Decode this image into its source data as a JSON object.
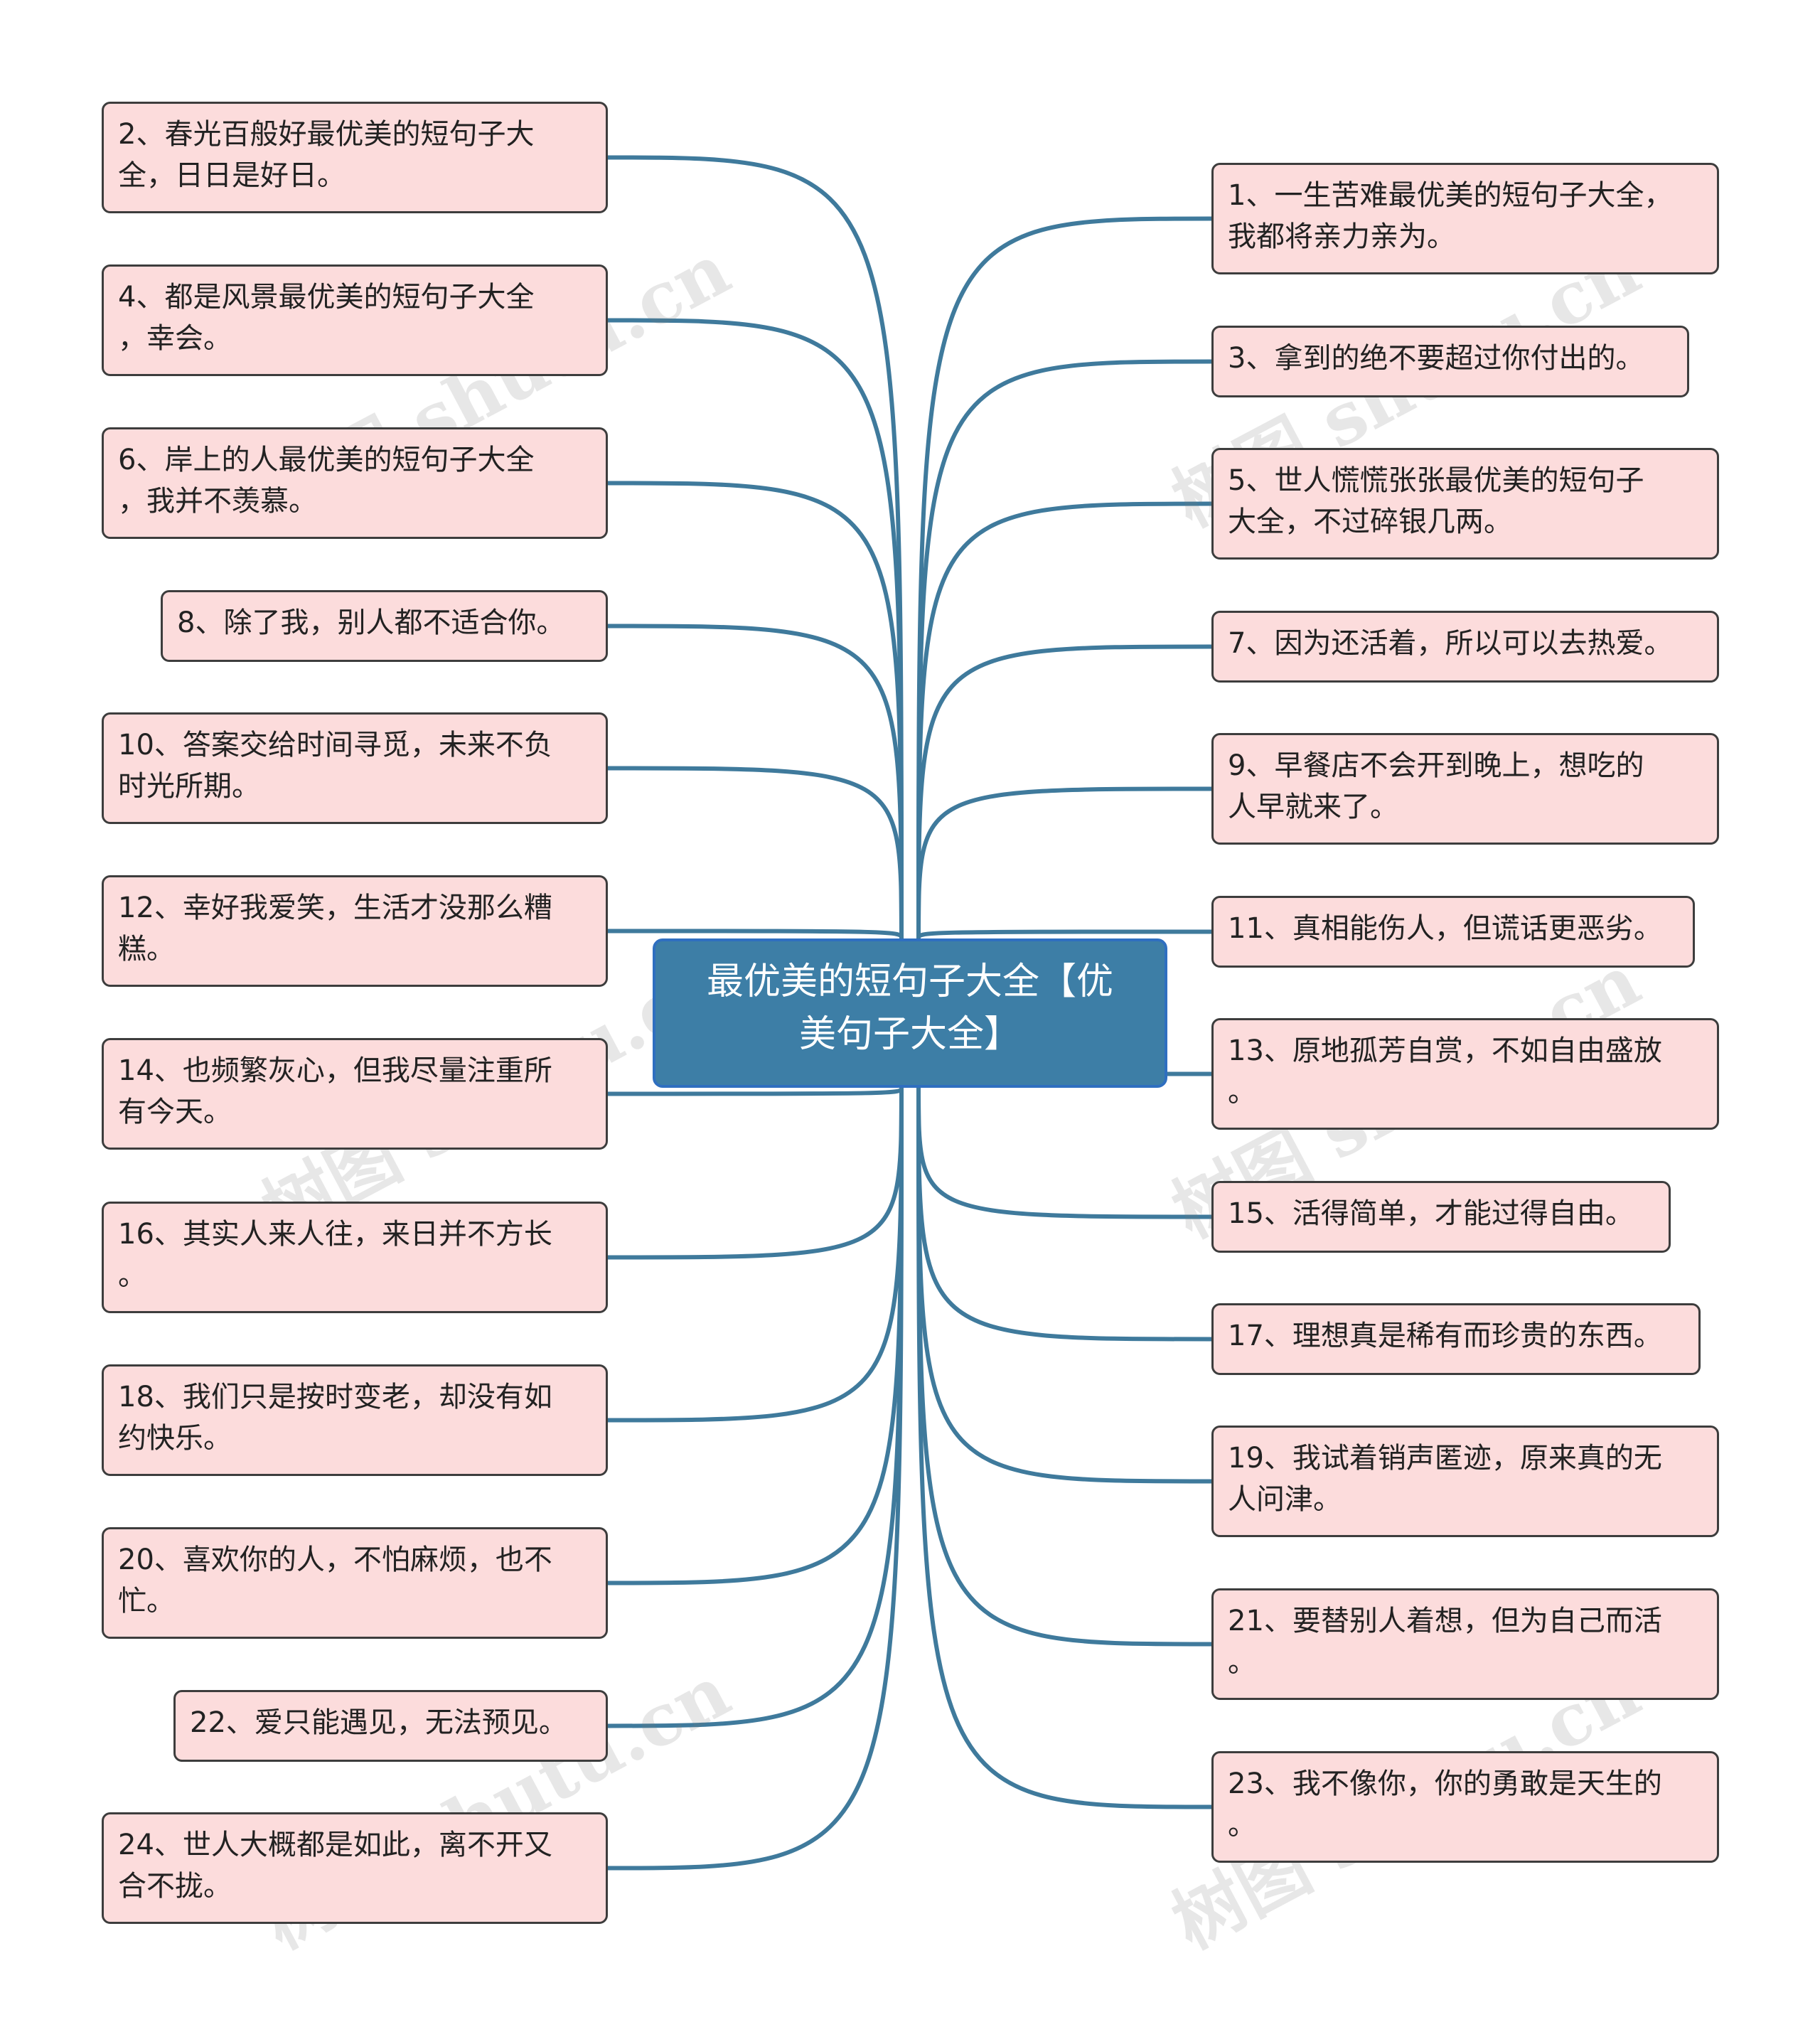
{
  "center": {
    "line1": "最优美的短句子大全【优",
    "line2": "美句子大全】"
  },
  "left_nodes": [
    {
      "line1": "2、春光百般好最优美的短句子大",
      "line2": "全，日日是好日。"
    },
    {
      "line1": "4、都是风景最优美的短句子大全",
      "line2": "，幸会。"
    },
    {
      "line1": "6、岸上的人最优美的短句子大全",
      "line2": "，我并不羡慕。"
    },
    {
      "line1": "8、除了我，别人都不适合你。",
      "line2": ""
    },
    {
      "line1": "10、答案交给时间寻觅，未来不负",
      "line2": "时光所期。"
    },
    {
      "line1": "12、幸好我爱笑，生活才没那么糟",
      "line2": "糕。"
    },
    {
      "line1": "14、也频繁灰心，但我尽量注重所",
      "line2": "有今天。"
    },
    {
      "line1": "16、其实人来人往，来日并不方长",
      "line2": "。"
    },
    {
      "line1": "18、我们只是按时变老，却没有如",
      "line2": "约快乐。"
    },
    {
      "line1": "20、喜欢你的人，不怕麻烦，也不",
      "line2": "忙。"
    },
    {
      "line1": "22、爱只能遇见，无法预见。",
      "line2": ""
    },
    {
      "line1": "24、世人大概都是如此，离不开又",
      "line2": "合不拢。"
    }
  ],
  "right_nodes": [
    {
      "line1": "1、一生苦难最优美的短句子大全，",
      "line2": "我都将亲力亲为。"
    },
    {
      "line1": "3、拿到的绝不要超过你付出的。",
      "line2": ""
    },
    {
      "line1": "5、世人慌慌张张最优美的短句子",
      "line2": "大全，不过碎银几两。"
    },
    {
      "line1": "7、因为还活着，所以可以去热爱。",
      "line2": ""
    },
    {
      "line1": "9、早餐店不会开到晚上，想吃的",
      "line2": "人早就来了。"
    },
    {
      "line1": "11、真相能伤人，但谎话更恶劣。",
      "line2": ""
    },
    {
      "line1": "13、原地孤芳自赏，不如自由盛放",
      "line2": "。"
    },
    {
      "line1": "15、活得简单，才能过得自由。",
      "line2": ""
    },
    {
      "line1": "17、理想真是稀有而珍贵的东西。",
      "line2": ""
    },
    {
      "line1": "19、我试着销声匿迹，原来真的无",
      "line2": "人问津。"
    },
    {
      "line1": "21、要替别人着想，但为自己而活",
      "line2": "。"
    },
    {
      "line1": "23、我不像你，你的勇敢是天生的",
      "line2": "。"
    }
  ],
  "watermark": "树图 shutu.cn",
  "colors": {
    "connector": "#3f7a9c",
    "node_fill": "#fcdcdc",
    "center_fill": "#3d7ea6"
  }
}
